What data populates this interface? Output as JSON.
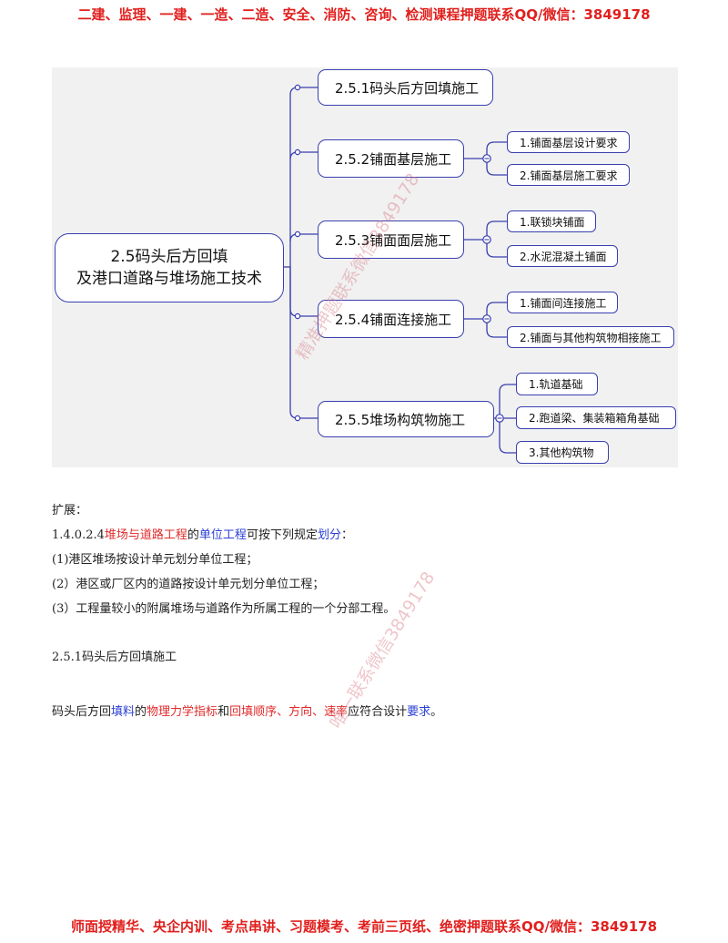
{
  "banner_top": "二建、监理、一建、一造、二造、安全、消防、咨询、检测课程押题联系QQ/微信：3849178",
  "banner_bottom": "师面授精华、央企内训、考点串讲、习题模考、考前三页纸、绝密押题联系QQ/微信：3849178",
  "mindmap": {
    "root_line1": "2.5码头后方回填",
    "root_line2": "及港口道路与堆场施工技术",
    "branches": [
      {
        "label": "2.5.1码头后方回填施工",
        "children": []
      },
      {
        "label": "2.5.2铺面基层施工",
        "children": [
          "1.铺面基层设计要求",
          "2.铺面基层施工要求"
        ]
      },
      {
        "label": "2.5.3铺面面层施工",
        "children": [
          "1.联锁块铺面",
          "2.水泥混凝土铺面"
        ]
      },
      {
        "label": "2.5.4铺面连接施工",
        "children": [
          "1.铺面间连接施工",
          "2.铺面与其他构筑物相接施工"
        ]
      },
      {
        "label": "2.5.5堆场构筑物施工",
        "children": [
          "1.轨道基础",
          "2.跑道梁、集装箱箱角基础",
          "3.其他构筑物"
        ]
      }
    ]
  },
  "body": {
    "expand_label": "扩展：",
    "clause": {
      "num": "1.4.0.2.4",
      "t1": "堆场与道路工程",
      "t2": "的",
      "t3": "单位工程",
      "t4": "可按下列规定",
      "t5": "划分",
      "t6": "："
    },
    "item1": "(1)港区堆场按设计单元划分单位工程；",
    "item2": "(2）港区或厂区内的道路按设计单元划分单位工程；",
    "item3": "(3）工程量较小的附属堆场与道路作为所属工程的一个分部工程。",
    "section_title": "2.5.1码头后方回填施工",
    "sentence": {
      "s1": "码头后方回",
      "s2": "填料",
      "s3": "的",
      "s4": "物理力学指标",
      "s5": "和",
      "s6": "回填顺序、方向、速率",
      "s7": "应符合设计",
      "s8": "要求",
      "s9": "。"
    }
  },
  "watermarks": [
    "精准押题联系微信3849178",
    "唯一联系微信3849178"
  ]
}
